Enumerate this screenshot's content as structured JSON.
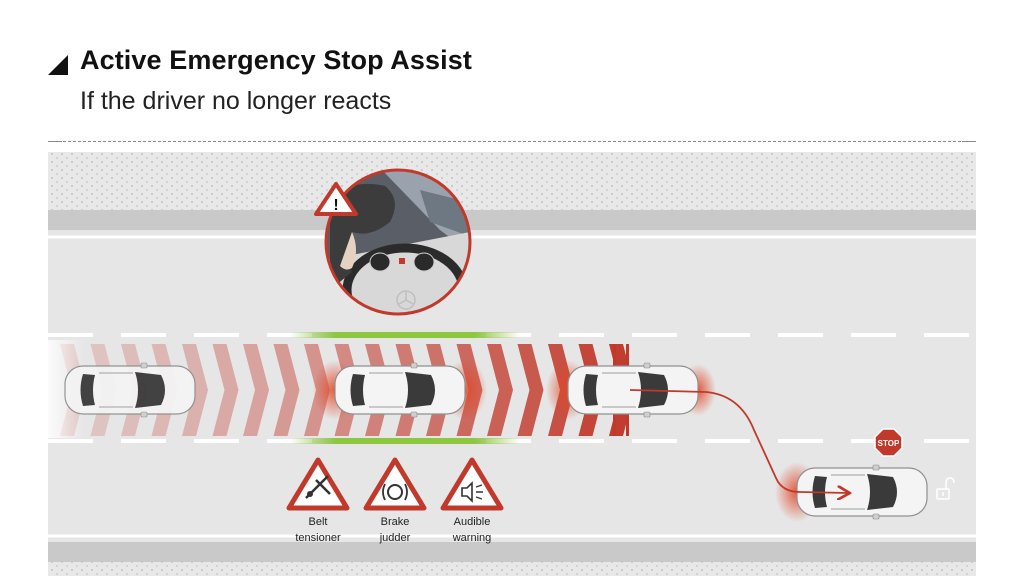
{
  "header": {
    "title": "Active Emergency Stop Assist",
    "subtitle": "If the driver no longer reacts"
  },
  "icons": {
    "header_marker": "triangle-marker-icon",
    "driver_alert": "exclamation-warning-icon",
    "stop_sign": "stop-sign-icon",
    "unlock": "unlocked-padlock-icon"
  },
  "stop_sign_text": "STOP",
  "alert_symbol": "!",
  "warnings": [
    {
      "line1": "Belt",
      "line2": "tensioner",
      "icon": "seatbelt-icon"
    },
    {
      "line1": "Brake",
      "line2": "judder",
      "icon": "brake-disc-icon"
    },
    {
      "line1": "Audible",
      "line2": "warning",
      "icon": "speaker-icon"
    }
  ],
  "colors": {
    "accent_red": "#c0392b",
    "road": "#e6e6e6",
    "shoulder": "#d9d9d9",
    "lane_mark": "#ffffff",
    "green_strip": "#8dc63f",
    "car_body": "#f4f4f4",
    "glass": "#3a3a3a"
  }
}
